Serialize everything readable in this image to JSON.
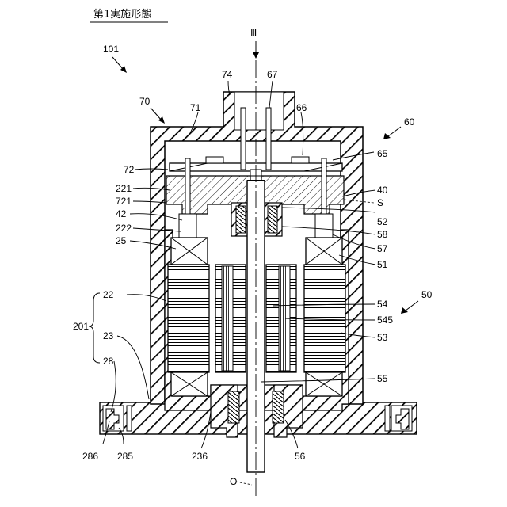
{
  "title": "第1実施形態",
  "section_mark": "Ⅲ",
  "axis_label": "O",
  "assembly_refs": {
    "motor_unit": "101",
    "case": "70",
    "board": "60",
    "motor": "50",
    "group": "201"
  },
  "labels": {
    "l74": "74",
    "l67": "67",
    "l71": "71",
    "l66": "66",
    "l65": "65",
    "l72": "72",
    "l221": "221",
    "l721": "721",
    "l42": "42",
    "l222": "222",
    "l25": "25",
    "l22": "22",
    "l23": "23",
    "l28": "28",
    "l286": "286",
    "l285": "285",
    "l236": "236",
    "l56": "56",
    "l40": "40",
    "lS": "S",
    "l52": "52",
    "l58": "58",
    "l57": "57",
    "l51": "51",
    "l54": "54",
    "l545": "545",
    "l53": "53",
    "l55": "55"
  },
  "colors": {
    "line": "#000000",
    "background": "#ffffff"
  }
}
